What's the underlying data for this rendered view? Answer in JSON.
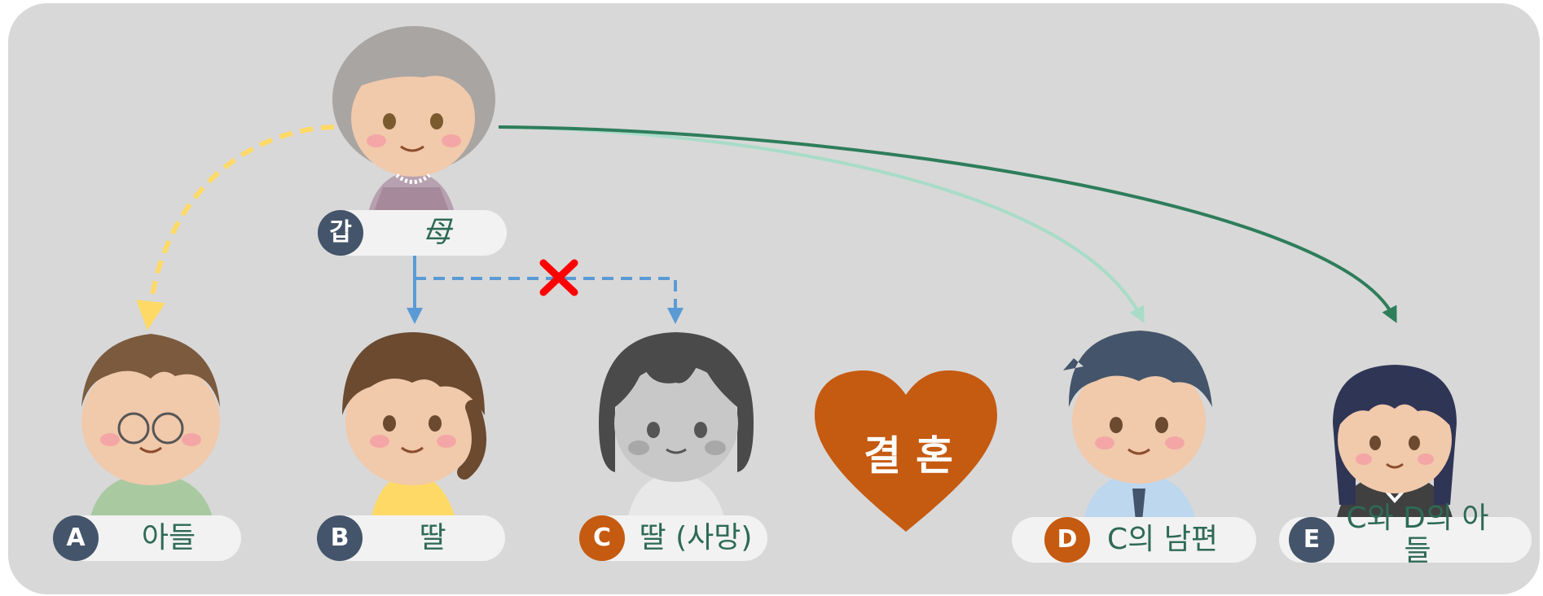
{
  "colors": {
    "background": "#d8d8d8",
    "badge_dark": "#44546a",
    "badge_orange": "#c55a11",
    "label_text": "#2e6a55",
    "heart": "#c55a11",
    "arrow_yellow": "#ffd966",
    "arrow_blue": "#5b9bd5",
    "arrow_light_green": "#a8dcc8",
    "arrow_dark_green": "#2e7d5b",
    "cross_red": "#ff0000"
  },
  "people": {
    "gap": {
      "badge": "갑",
      "label": "母"
    },
    "a": {
      "badge": "A",
      "label": "아들"
    },
    "b": {
      "badge": "B",
      "label": "딸"
    },
    "c": {
      "badge": "C",
      "label": "딸 (사망)"
    },
    "d": {
      "badge": "D",
      "label": "C의 남편"
    },
    "e": {
      "badge": "E",
      "label": "C와 D의 아들"
    }
  },
  "marriage": {
    "label": "결혼"
  },
  "icons": {
    "cross": "x-mark-icon",
    "heart": "heart-icon"
  }
}
